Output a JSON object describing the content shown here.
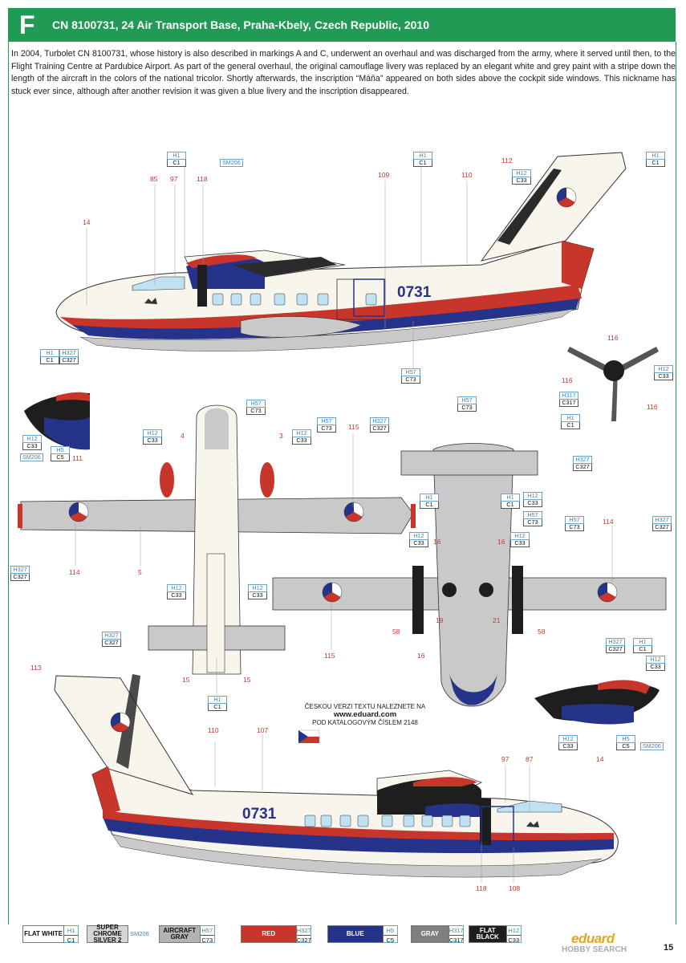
{
  "header": {
    "letter": "F",
    "title": "CN 8100731, 24 Air Transport Base, Praha-Kbely, Czech Republic, 2010"
  },
  "intro": "In 2004, Turbolet CN 8100731, whose history is also described in markings A and C, underwent an overhaul and was discharged from the army, where it served until then, to the Flight Training Centre at Pardubice Airport. As part of the general overhaul, the original camouflage livery was replaced by an elegant white and grey paint with a stripe down the length of the aircraft in the colors of the national tricolor. Shortly afterwards, the inscription “Máňa” appeared on both sides above the cockpit side windows. This nickname has stuck ever since, although after another revision it was given a blue livery and the inscription disappeared.",
  "aircraft_number": "0731",
  "note": {
    "line1": "ČESKOU VERZI TEXTU NALEZNETE NA",
    "url": "www.eduard.com",
    "line2": "POD KATALOGOVÝM ČÍSLEM 2148"
  },
  "colors": {
    "green": "#219a55",
    "white": "#f7f5ec",
    "grey": "#c9c9c9",
    "red": "#c8352b",
    "blue": "#26338a",
    "black": "#1e1e1e"
  },
  "callouts": {
    "n14a": "14",
    "n85": "85",
    "n97a": "97",
    "n118a": "118",
    "n109": "109",
    "n110a": "110",
    "n112": "112",
    "n116a": "116",
    "n116b": "116",
    "n116c": "116",
    "n111": "111",
    "n4": "4",
    "n3": "3",
    "n115a": "115",
    "n114a": "114",
    "n5": "5",
    "n15a": "15",
    "n15b": "15",
    "n16a": "16",
    "n16b": "16",
    "n16c": "16",
    "n19": "19",
    "n21": "21",
    "n58a": "58",
    "n58b": "58",
    "n114b": "114",
    "n115b": "115",
    "n113": "113",
    "n110b": "110",
    "n107": "107",
    "n97b": "97",
    "n87": "87",
    "n14b": "14",
    "n118b": "118",
    "n108": "108"
  },
  "labels": {
    "l1": {
      "t": "H1",
      "b": "C1"
    },
    "sm1": "SM206",
    "l2": {
      "t": "H1",
      "b": "C1"
    },
    "l3": {
      "t": "H12",
      "b": "C33"
    },
    "l4": {
      "t": "H1",
      "b": "C1"
    },
    "l5": {
      "t": "H57",
      "b": "C73"
    },
    "l6": {
      "t": "H12",
      "b": "C33"
    },
    "l7": {
      "t": "H317",
      "b": "C317"
    },
    "l8": {
      "t": "H1",
      "b": "C1"
    },
    "l9": {
      "t": "H1",
      "b": "C1"
    },
    "l10": {
      "t": "H327",
      "b": "C327"
    },
    "l11": {
      "t": "H12",
      "b": "C33"
    },
    "l12": {
      "t": "H5",
      "b": "C5"
    },
    "sm2": "SM206",
    "l13": {
      "t": "H12",
      "b": "C33"
    },
    "l14": {
      "t": "H57",
      "b": "C73"
    },
    "l15": {
      "t": "H12",
      "b": "C33"
    },
    "l16": {
      "t": "H57",
      "b": "C73"
    },
    "l17": {
      "t": "H327",
      "b": "C327"
    },
    "l18": {
      "t": "H327",
      "b": "C327"
    },
    "l19": {
      "t": "H12",
      "b": "C33"
    },
    "l20": {
      "t": "H12",
      "b": "C33"
    },
    "l21": {
      "t": "H327",
      "b": "C327"
    },
    "l22": {
      "t": "H1",
      "b": "C1"
    },
    "l23": {
      "t": "H57",
      "b": "C73"
    },
    "l24": {
      "t": "H327",
      "b": "C327"
    },
    "l25": {
      "t": "H1",
      "b": "C1"
    },
    "l26": {
      "t": "H1",
      "b": "C1"
    },
    "l27": {
      "t": "H12",
      "b": "C33"
    },
    "l28": {
      "t": "H57",
      "b": "C73"
    },
    "l29": {
      "t": "H57",
      "b": "C73"
    },
    "l30": {
      "t": "H327",
      "b": "C327"
    },
    "l31": {
      "t": "H12",
      "b": "C33"
    },
    "l32": {
      "t": "H12",
      "b": "C33"
    },
    "l33": {
      "t": "H327",
      "b": "C327"
    },
    "l34": {
      "t": "H1",
      "b": "C1"
    },
    "l35": {
      "t": "H12",
      "b": "C33"
    },
    "l36": {
      "t": "H12",
      "b": "C33"
    },
    "l37": {
      "t": "H5",
      "b": "C5"
    },
    "sm3": "SM206"
  },
  "legend": [
    {
      "name": "FLAT WHITE",
      "t": "H1",
      "b": "C1",
      "bg": "#ffffff",
      "fg": "#111"
    },
    {
      "name": "SUPER CHROME SILVER 2",
      "sm": "SM206",
      "bg": "#d6d6d6",
      "fg": "#111"
    },
    {
      "name": "AIRCRAFT GRAY",
      "t": "H57",
      "b": "C73",
      "bg": "#b3b3b3",
      "fg": "#111"
    },
    {
      "name": "RED",
      "t": "H327",
      "b": "C327",
      "bg": "#c8352b",
      "fg": "#fff"
    },
    {
      "name": "BLUE",
      "t": "H5",
      "b": "C5",
      "bg": "#26338a",
      "fg": "#fff"
    },
    {
      "name": "GRAY",
      "t": "H317",
      "b": "C317",
      "bg": "#7f7f7f",
      "fg": "#fff"
    },
    {
      "name": "FLAT BLACK",
      "t": "H12",
      "b": "C33",
      "bg": "#1e1e1e",
      "fg": "#fff"
    }
  ],
  "footer": {
    "brand": "eduard",
    "brand2": "HOBBY SEARCH",
    "page": "15"
  }
}
